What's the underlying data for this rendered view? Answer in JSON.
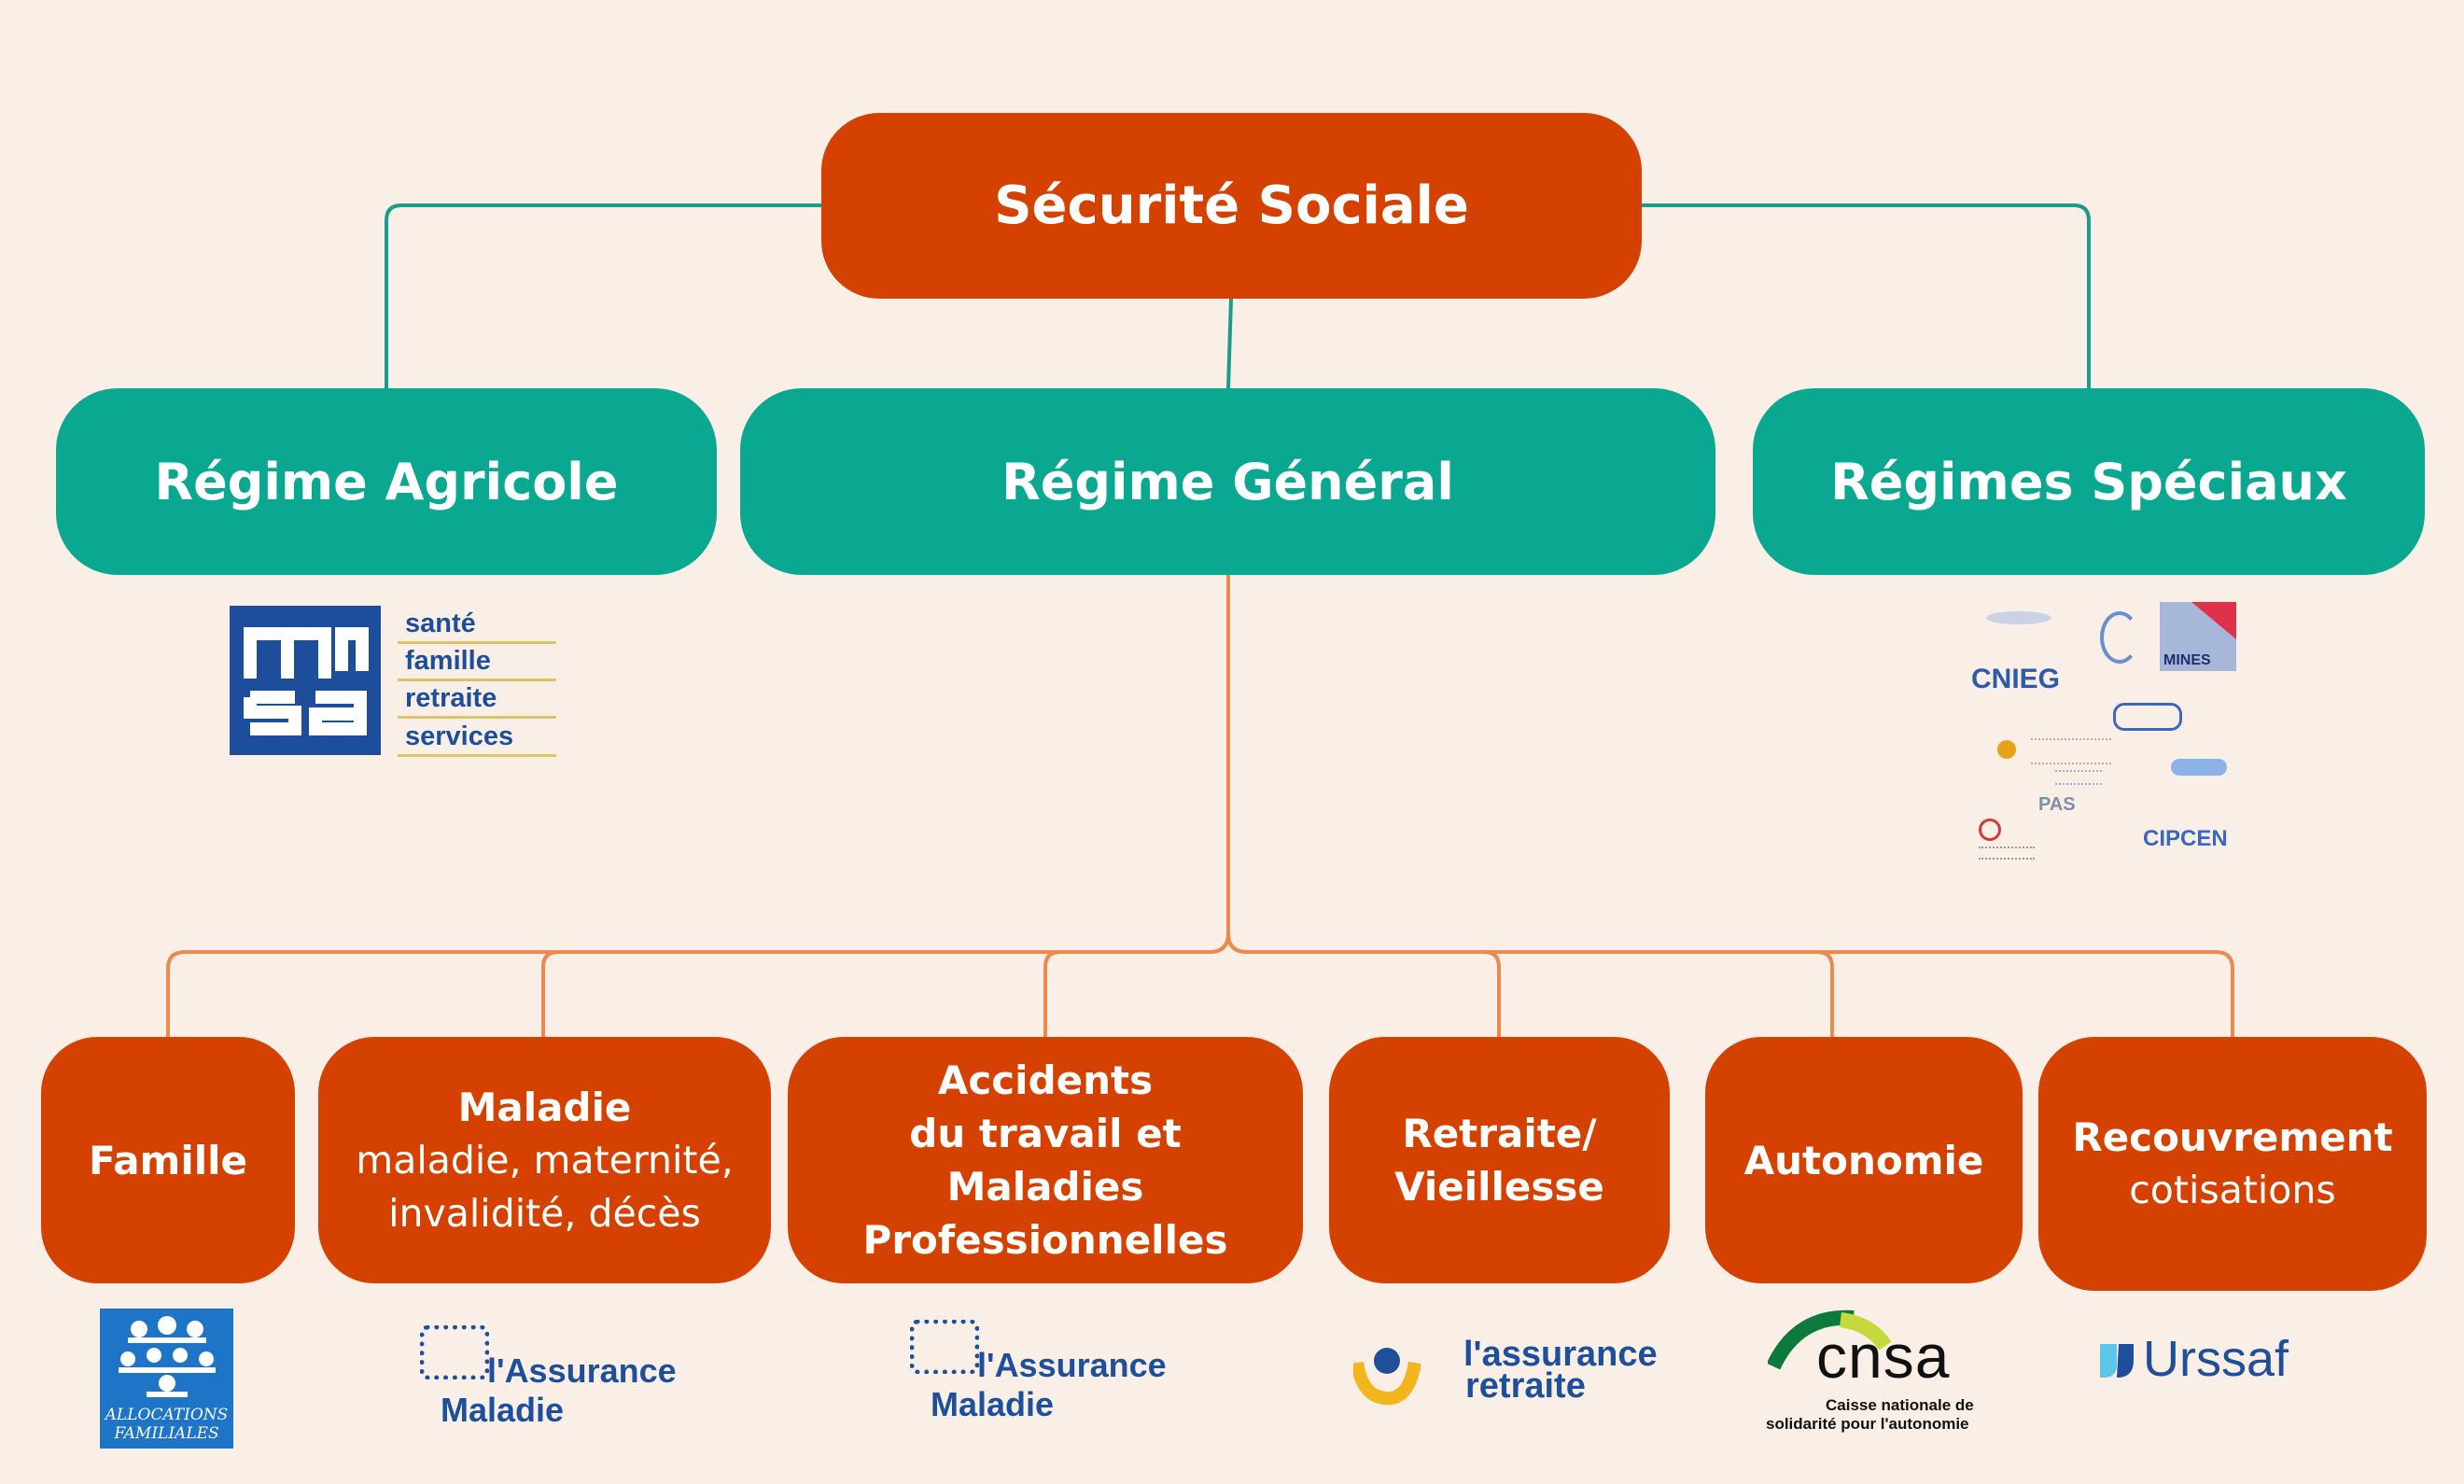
{
  "root": {
    "label": "Sécurité Sociale"
  },
  "regimes": [
    {
      "id": "agri",
      "label": "Régime Agricole"
    },
    {
      "id": "gen",
      "label": "Régime Général"
    },
    {
      "id": "spec",
      "label": "Régimes Spéciaux"
    }
  ],
  "branches": {
    "famille": {
      "title": "Famille"
    },
    "maladie": {
      "title": "Maladie",
      "subtitle": "maladie, maternité,",
      "subtitle2": "invalidité, décès"
    },
    "accidents": {
      "line1": "Accidents",
      "line2": "du travail et",
      "line3": "Maladies",
      "line4": "Professionnelles"
    },
    "retraite": {
      "line1": "Retraite/",
      "line2": "Vieillesse"
    },
    "autonomie": {
      "title": "Autonomie"
    },
    "recouvrement": {
      "title": "Recouvrement",
      "subtitle": "cotisations"
    }
  },
  "logos": {
    "msa": {
      "word1": "santé",
      "word2": "famille",
      "word3": "retraite",
      "word4": "services"
    },
    "speciaux": {
      "cnieg": "CNIEG",
      "mines": "MINES",
      "cipcen": "CIPCEN",
      "pas": "PAS"
    },
    "caf": {
      "line1": "ALLOCATIONS",
      "line2": "FAMILIALES"
    },
    "ameli1": {
      "line1": "l'Assurance",
      "line2": "Maladie"
    },
    "ameli2": {
      "line1": "l'Assurance",
      "line2": "Maladie"
    },
    "cnav": {
      "line1": "l'assurance",
      "line2": "retraite"
    },
    "cnsa": {
      "name": "cnsa",
      "line1": "Caisse nationale de",
      "line2": "solidarité pour l'autonomie"
    },
    "urssaf": {
      "name": "Urssaf"
    }
  },
  "colors": {
    "background": "#f9efe6",
    "orange": "#d54100",
    "teal": "#0aa891",
    "teal_line": "#1a9c8a",
    "orange_line": "#ec8a4e",
    "navy": "#1c3e8c"
  }
}
